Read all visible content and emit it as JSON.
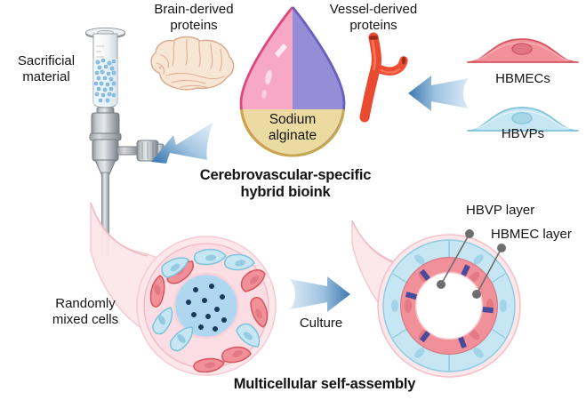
{
  "figure": {
    "domain": "scientific-schematic",
    "background": "#ffffff"
  },
  "labels": {
    "sacrificial_material": "Sacrificial\nmaterial",
    "brain_derived_proteins": "Brain-derived\nproteins",
    "vessel_derived_proteins": "Vessel-derived\nproteins",
    "hbmecs": "HBMECs",
    "hbvps": "HBVPs",
    "sodium_alginate": "Sodium\nalginate",
    "bioink_title": "Cerebrovascular-specific\nhybrid bioink",
    "randomly_mixed_cells": "Randomly\nmixed cells",
    "culture": "Culture",
    "hbvp_layer": "HBVP layer",
    "hbmec_layer": "HBMEC layer",
    "self_assembly_title": "Multicellular self-assembly"
  },
  "colors": {
    "droplet_pink": "#F7A8C4",
    "droplet_pink_edge": "#E0467E",
    "droplet_purple": "#9A93D8",
    "droplet_purple_edge": "#6A5FC0",
    "droplet_yellow": "#EFE0A8",
    "droplet_yellow_edge": "#C9A84B",
    "brain_fill": "#F7E2CE",
    "brain_edge": "#D9A98A",
    "vessel_red": "#F04E32",
    "vessel_red_edge": "#C6351E",
    "cell_pink_fill": "#F2909A",
    "cell_pink_edge": "#D4555F",
    "cell_blue_fill": "#C5E6F2",
    "cell_blue_edge": "#7FC3DC",
    "arrow_blue_light": "#CFE2F2",
    "arrow_blue_dark": "#4E87BD",
    "syringe_gray": "#A9AFB4",
    "syringe_gray_dark": "#6E757B",
    "granule_blue": "#7FB8E0",
    "tissue_pink_halo": "#FAD9DE",
    "lumen_blue": "#AFD8F0",
    "nucleus_dot": "#1B3A5C",
    "junction_purple": "#4A4A9C",
    "leader_gray": "#6E6E6E"
  },
  "elements": {
    "syringe": {
      "name": "syringe-with-sacrificial-material",
      "barrel_contents": "blue granules"
    },
    "droplet": {
      "name": "hybrid-bioink-droplet",
      "sections": [
        "brain-derived proteins (pink)",
        "vessel-derived proteins (purple)",
        "sodium alginate (yellow)"
      ]
    },
    "cells": [
      {
        "name": "hbmec-cell",
        "label": "HBMECs",
        "color": "#F2909A"
      },
      {
        "name": "hbvp-cell",
        "label": "HBVPs",
        "color": "#C5E6F2"
      }
    ],
    "vessel_random": {
      "name": "vessel-cross-section-random",
      "description": "randomly mixed pink and blue cells around blue lumen"
    },
    "vessel_assembled": {
      "name": "vessel-cross-section-assembled",
      "description": "outer blue HBVP layer, inner pink HBMEC layer with tight junctions"
    },
    "arrows": [
      {
        "name": "arrow-to-syringe",
        "direction": "left"
      },
      {
        "name": "arrow-cells-to-droplet",
        "direction": "left"
      },
      {
        "name": "arrow-culture",
        "direction": "right",
        "label": "Culture"
      }
    ]
  }
}
